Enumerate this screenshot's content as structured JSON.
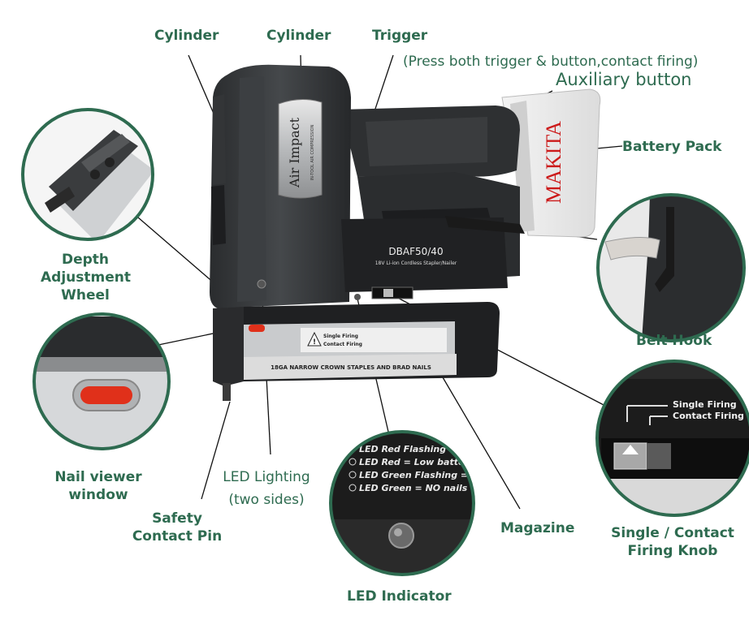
{
  "labels": {
    "cylinder_left": "Cylinder",
    "cylinder_right": "Cylinder",
    "trigger": "Trigger",
    "trigger_note": "(Press both trigger & button,contact firing)",
    "auxiliary_button": "Auxiliary button",
    "battery_pack": "Battery Pack",
    "depth_line1": "Depth",
    "depth_line2": "Adjustment",
    "depth_line3": "Wheel",
    "belt_hook": "Belt Hook",
    "nail_viewer_line1": "Nail viewer",
    "nail_viewer_line2": "window",
    "led_lighting_line1": "LED Lighting",
    "led_lighting_line2": "(two sides)",
    "safety_line1": "Safety",
    "safety_line2": "Contact Pin",
    "magazine": "Magazine",
    "firing_knob_line1": "Single / Contact",
    "firing_knob_line2": "Firing Knob",
    "led_indicator": "LED Indicator"
  },
  "tool": {
    "cylinder_badge": "Air Impact",
    "cylinder_badge_sub": "IN-TOOL AIR COMPRESSION",
    "battery_brand": "MAKITA",
    "model": "DBAF50/40",
    "model_sub": "18V Li-ion Cordless Stapler/Nailer",
    "magazine_text": "18GA NARROW CROWN STAPLES AND BRAD NAILS",
    "warning_single": "Single Firing",
    "warning_contact": "Contact Firing"
  },
  "led_legend": [
    "LED Red Flashing = Jam",
    "LED Red = Low battery",
    "LED Green Flashing = Overheat",
    "LED Green = NO nails"
  ],
  "firing_switch": {
    "single": "Single Firing",
    "contact": "Contact Firing"
  },
  "colors": {
    "label_green": "#2e6b50",
    "circle_border": "#2e6b50",
    "battery_brand_red": "#cc1a1a",
    "nail_viewer_red": "#e0301a"
  }
}
